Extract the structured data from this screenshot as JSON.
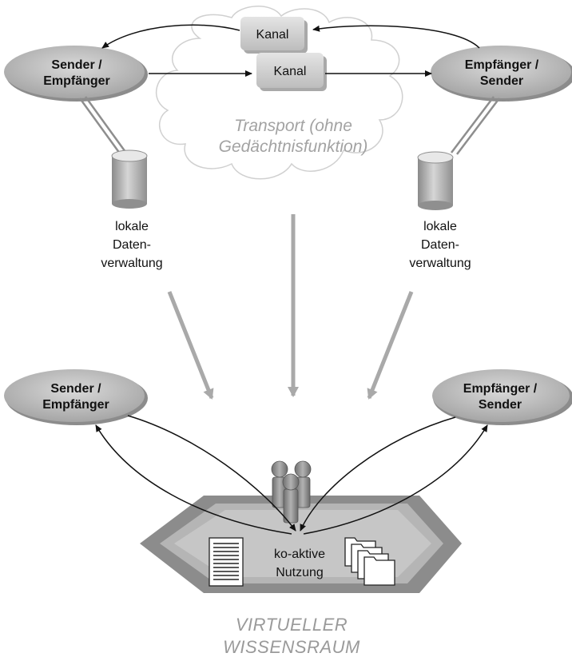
{
  "top": {
    "left_node": [
      "Sender /",
      "Empfänger"
    ],
    "right_node": [
      "Empfänger /",
      "Sender"
    ],
    "channel_top": "Kanal",
    "channel_bottom": "Kanal",
    "cloud_label": [
      "Transport (ohne",
      "Gedächtnisfunktion)"
    ],
    "left_storage_label": [
      "lokale",
      "Daten-",
      "verwaltung"
    ],
    "right_storage_label": [
      "lokale",
      "Daten-",
      "verwaltung"
    ]
  },
  "bottom": {
    "left_node": [
      "Sender /",
      "Empfänger"
    ],
    "right_node": [
      "Empfänger /",
      "Sender"
    ],
    "platform_label": [
      "ko-aktive",
      "Nutzung"
    ],
    "space_title": [
      "VIRTUELLER",
      "WISSENSRAUM"
    ]
  },
  "colors": {
    "node_fill": "#b9b9b9",
    "channel_fill": "#cfcfcf",
    "big_arrow": "#a9a9a9",
    "platform_dark": "#8c8c8c",
    "platform_light": "#b5b5b5"
  }
}
